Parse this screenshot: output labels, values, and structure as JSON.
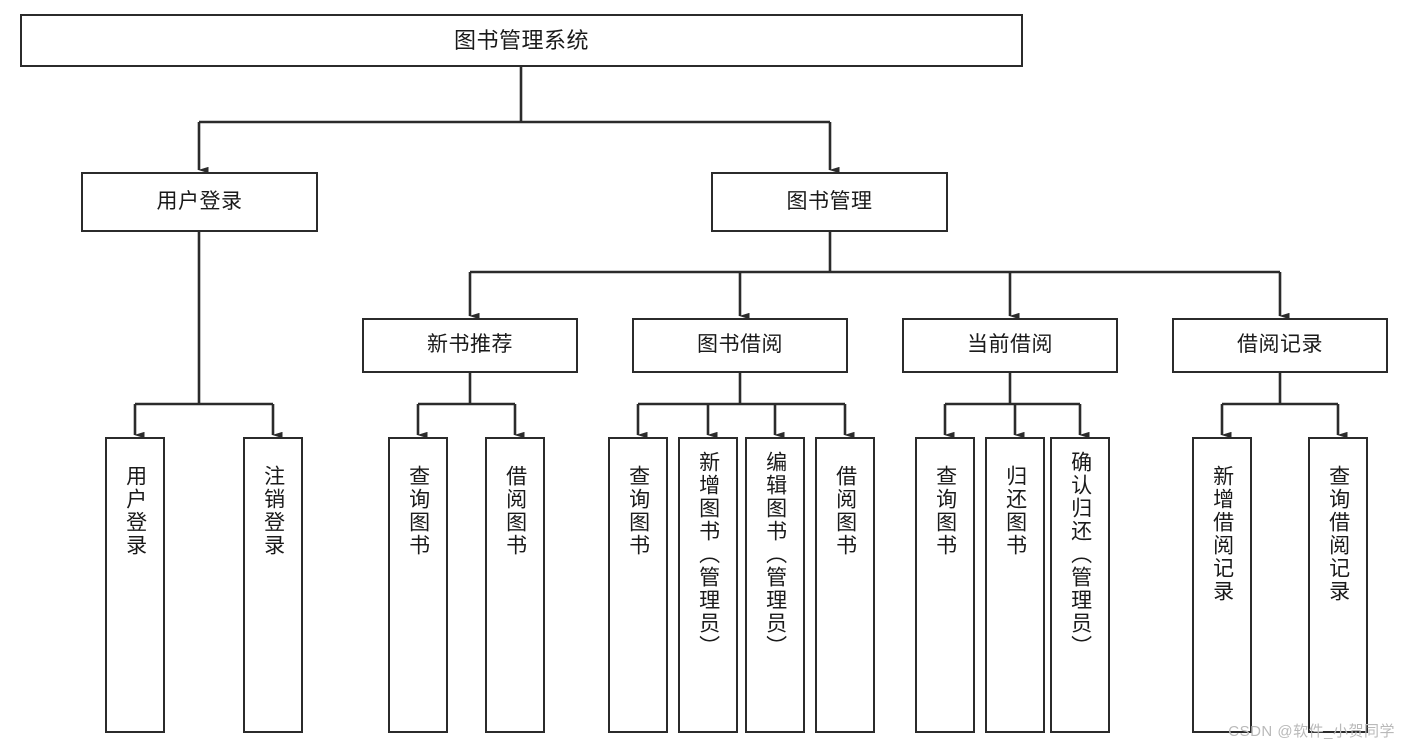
{
  "diagram": {
    "title": "图书管理系统",
    "watermark": "CSDN @软件_小贺同学",
    "stroke_color": "#2b2b2b",
    "background_color": "#ffffff",
    "levels": {
      "root": {
        "label": "图书管理系统"
      },
      "level2": [
        {
          "label": "用户登录"
        },
        {
          "label": "图书管理"
        }
      ],
      "level3": [
        {
          "label": "新书推荐"
        },
        {
          "label": "图书借阅"
        },
        {
          "label": "当前借阅"
        },
        {
          "label": "借阅记录"
        }
      ],
      "level4": [
        {
          "label": "用户登录",
          "parent": "用户登录"
        },
        {
          "label": "注销登录",
          "parent": "用户登录"
        },
        {
          "label": "查询图书",
          "parent": "新书推荐"
        },
        {
          "label": "借阅图书",
          "parent": "新书推荐"
        },
        {
          "label": "查询图书",
          "parent": "图书借阅"
        },
        {
          "label": "新增图书（管理员）",
          "parent": "图书借阅"
        },
        {
          "label": "编辑图书（管理员）",
          "parent": "图书借阅"
        },
        {
          "label": "借阅图书",
          "parent": "图书借阅"
        },
        {
          "label": "查询图书",
          "parent": "当前借阅"
        },
        {
          "label": "归还图书",
          "parent": "当前借阅"
        },
        {
          "label": "确认归还（管理员）",
          "parent": "当前借阅"
        },
        {
          "label": "新增借阅记录",
          "parent": "借阅记录"
        },
        {
          "label": "查询借阅记录",
          "parent": "借阅记录"
        }
      ]
    }
  }
}
